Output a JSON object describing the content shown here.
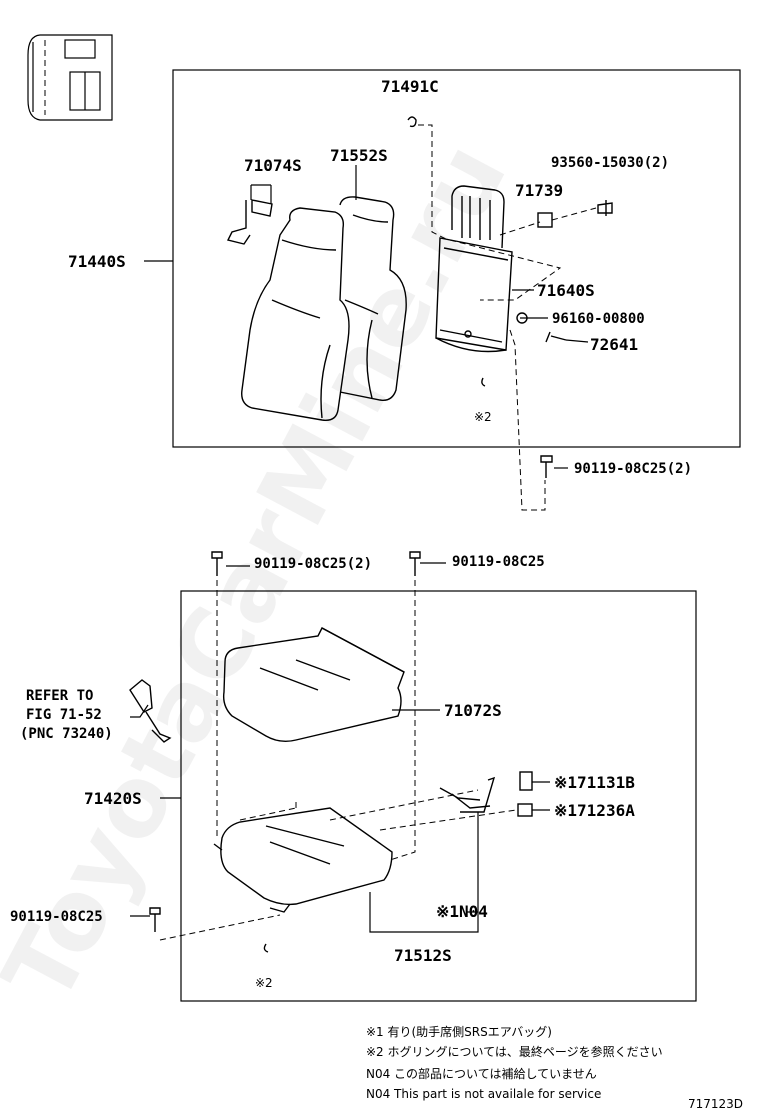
{
  "upper": {
    "p_71491C": "71491C",
    "p_71074S": "71074S",
    "p_71552S": "71552S",
    "p_93560": "93560-15030(2)",
    "p_71739": "71739",
    "p_71440S": "71440S",
    "p_71640S": "71640S",
    "p_96160": "96160-00800",
    "p_72641": "72641",
    "note2": "※2",
    "p_90119_a": "90119-08C25(2)"
  },
  "lower": {
    "p_90119_b": "90119-08C25(2)",
    "p_90119_c": "90119-08C25",
    "refer1": "REFER TO",
    "refer2": "FIG 71-52",
    "refer3": "(PNC 73240)",
    "p_71072S": "71072S",
    "p_71420S": "71420S",
    "p_171131B": "※171131B",
    "p_171236A": "※171236A",
    "p_N04": "※1N04",
    "p_90119_d": "90119-08C25",
    "p_71512S": "71512S",
    "note2": "※2"
  },
  "notes": {
    "n1": "※1 有り(助手席側SRSエアバッグ)",
    "n2": "※2 ホグリングについては、最終ページを参照ください",
    "n3": "N04 この部品については補給していません",
    "n4": "N04 This part is not availale for service"
  },
  "figure_id": "717123D",
  "watermark": "ToyotaCarMine.ru"
}
